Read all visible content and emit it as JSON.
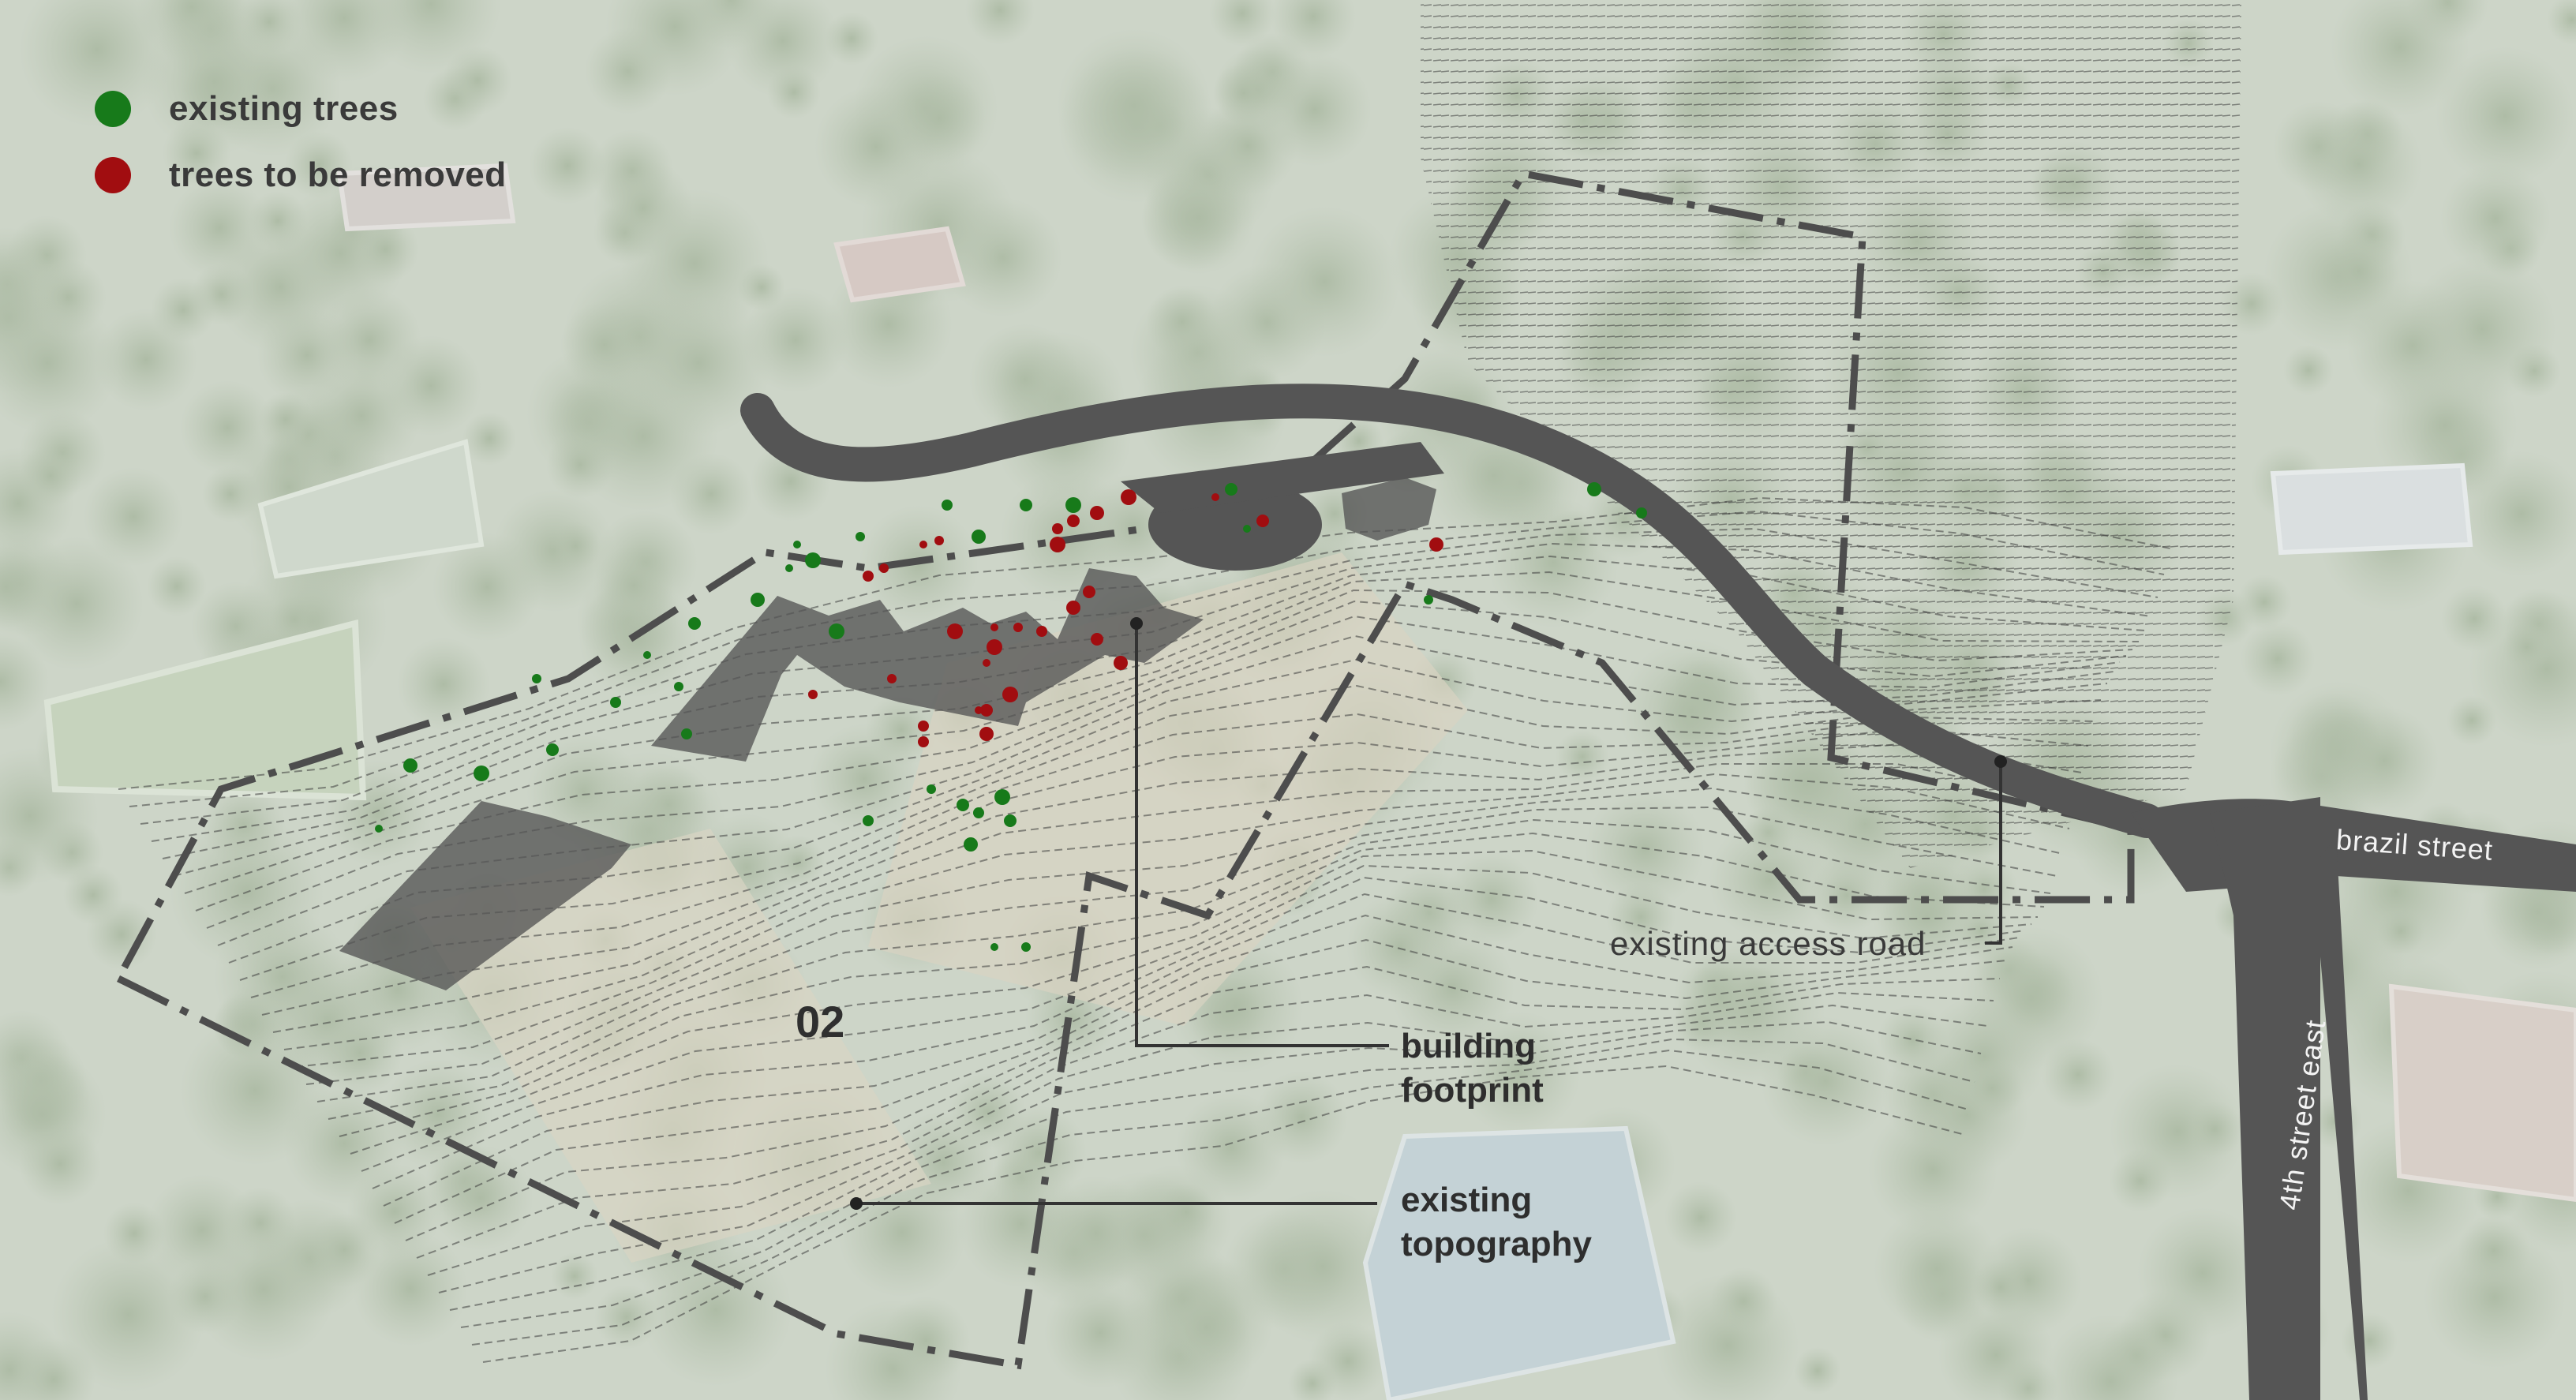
{
  "legend": {
    "existing_trees": {
      "label": "existing trees",
      "color": "#177a1a"
    },
    "trees_removed": {
      "label": "trees to be removed",
      "color": "#a10d10"
    }
  },
  "annotations": {
    "building_footprint_line1": "building",
    "building_footprint_line2": "footprint",
    "topography_line1": "existing",
    "topography_line2": "topography",
    "access_road": "existing access road"
  },
  "site_number": "02",
  "streets": {
    "brazil": "brazil street",
    "fourth_east": "4th street east"
  },
  "colors": {
    "aerial_base": "#c9d2c4",
    "road": "#555555",
    "footprint": "#5a5a5a",
    "boundary": "#4d4d4d",
    "contour": "#3c3c3c"
  }
}
